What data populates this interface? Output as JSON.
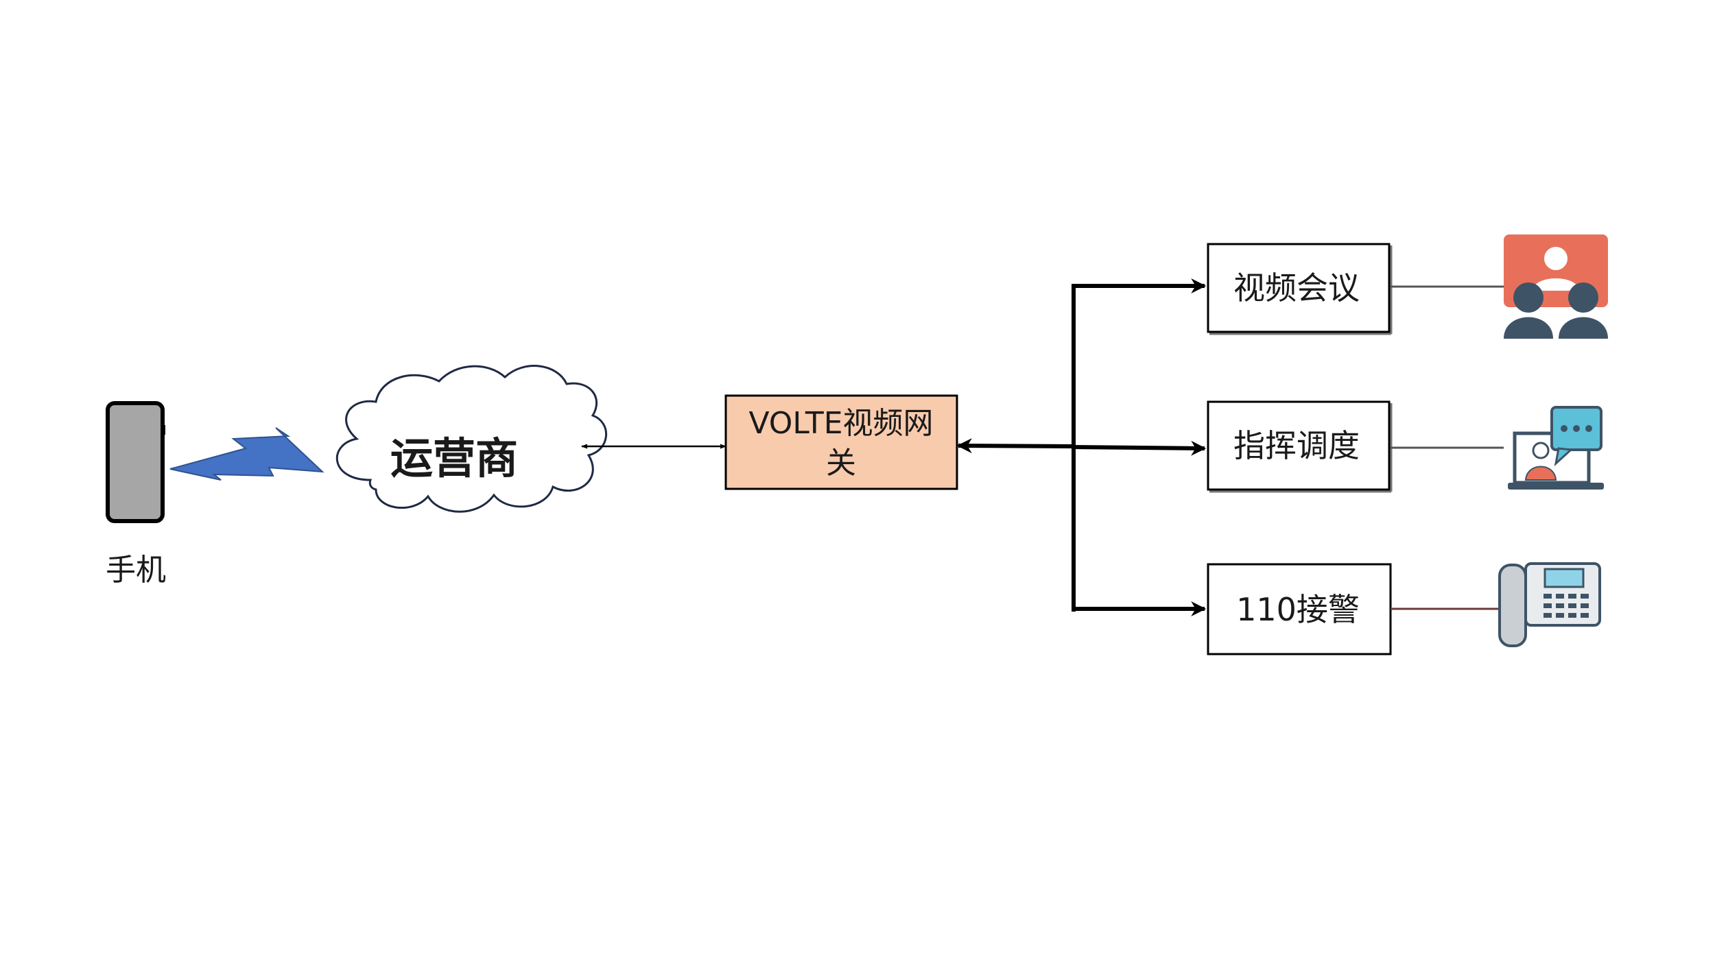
{
  "phone": {
    "label": "手机",
    "icon": "phone-icon"
  },
  "carrier": {
    "label": "运营商",
    "icon": "cloud-icon"
  },
  "gateway": {
    "label_line1": "VOLTE视频网",
    "label_line2": "关",
    "fill": "#F8CBAD"
  },
  "branches": [
    {
      "label": "视频会议",
      "icon": "video-conference-icon"
    },
    {
      "label": "指挥调度",
      "icon": "command-dispatch-icon"
    },
    {
      "label": "110接警",
      "icon": "desk-phone-icon"
    }
  ],
  "colors": {
    "lightning": "#4472C4",
    "conference_bg": "#E8705A",
    "people": "#3E5366",
    "bubble": "#5BC0D8",
    "phone_body": "#A6A6A6"
  }
}
